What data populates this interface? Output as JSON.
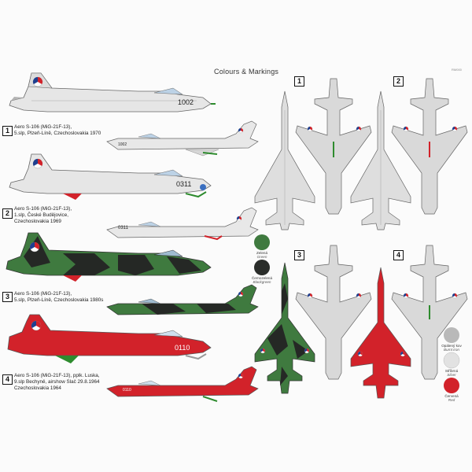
{
  "header": {
    "title": "Colours & Markings",
    "code": "RM000"
  },
  "schemes": [
    {
      "number": "1",
      "lines": [
        "Aero S-106 (MiG-21F-13),",
        "5.slp, Plzeň-Líně, Czechoslovakia 1970"
      ],
      "serial": "1002"
    },
    {
      "number": "2",
      "lines": [
        "Aero S-106 (MiG-21F-13),",
        "1.slp, České Budějovice,",
        "Czechoslovakia 1969"
      ],
      "serial": "0311"
    },
    {
      "number": "3",
      "lines": [
        "Aero S-106 (MiG-21F-13),",
        "5.slp, Plzeň-Líně, Czechoslovakia 1980s"
      ],
      "serial": ""
    },
    {
      "number": "4",
      "lines": [
        "Aero S-106 (MiG-21F-13), pplk. Luska,",
        "9.slp Bechyně, airshow Slač 29.8.1964",
        "Czechoslovakia 1964"
      ],
      "serial": "0110"
    }
  ],
  "legend": [
    {
      "name_cz": "Zelená",
      "name_en": "Green",
      "color": "#3f7a3f"
    },
    {
      "name_cz": "Černozelená",
      "name_en": "Blackgreen",
      "color": "#2a2d2a"
    },
    {
      "name_cz": "Opálený kov",
      "name_en": "Burnt iron",
      "color": "#b9b9b9"
    },
    {
      "name_cz": "Stříbrná",
      "name_en": "Silver",
      "color": "#e2e2e2"
    },
    {
      "name_cz": "Červená",
      "name_en": "Red",
      "color": "#d2222a"
    }
  ],
  "colors": {
    "silver": "#e4e4e4",
    "green": "#3f7a3f",
    "blackgreen": "#252825",
    "red": "#d2222a",
    "blue": "#1e3f8f"
  }
}
